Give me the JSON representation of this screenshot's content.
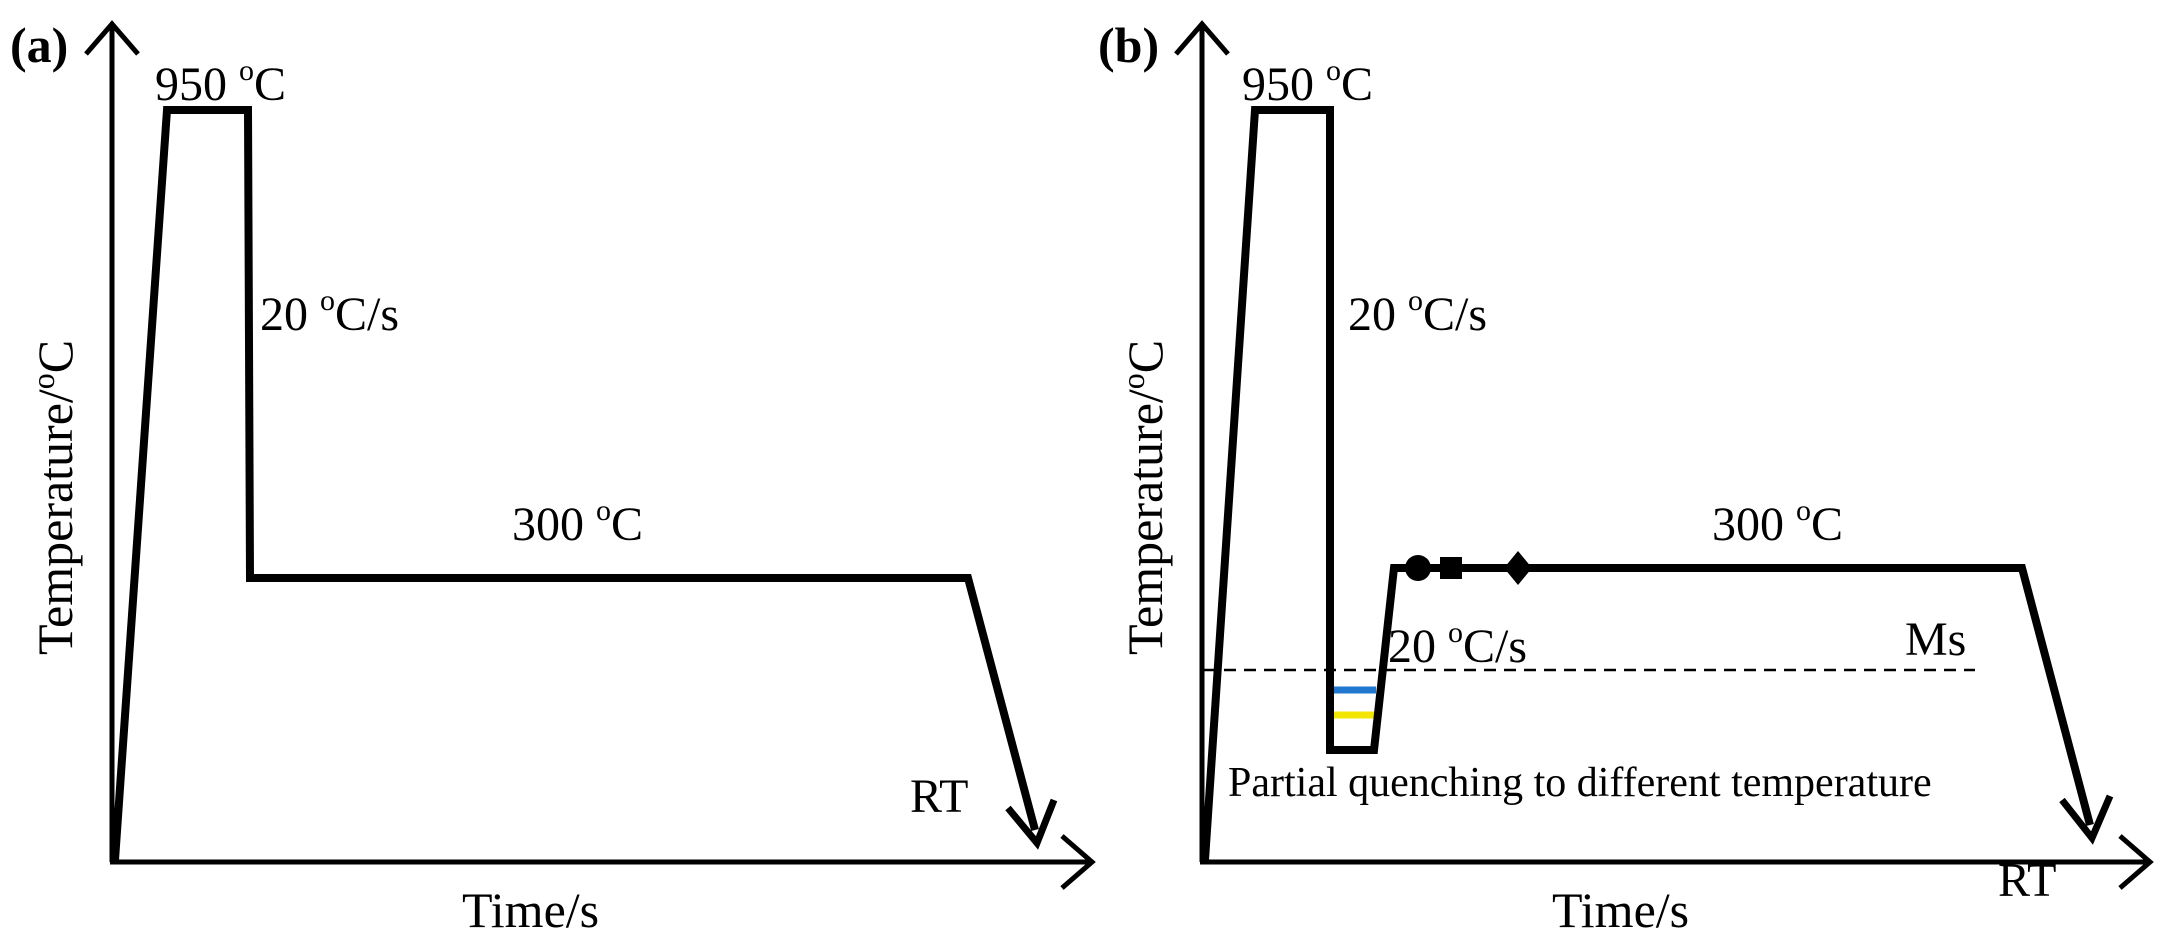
{
  "panels": [
    {
      "label": "(a)",
      "peak_temperature": "950 ",
      "cooling_rate": "20 ",
      "cooling_rate_unit": "C/s",
      "hold_temperature": "300 ",
      "end_label": "RT",
      "x_axis_title": "Time/s",
      "y_axis_title": "Temperature/",
      "y_axis_title_unit": "C"
    },
    {
      "label": "(b)",
      "peak_temperature": "950 ",
      "cooling_rate": "20 ",
      "cooling_rate_unit": "C/s",
      "reheating_rate": "20 ",
      "reheating_rate_unit": "C/s",
      "hold_temperature": "300 ",
      "ms_label": "Ms",
      "note": "Partial quenching to different temperature",
      "end_label": "RT",
      "x_axis_title": "Time/s",
      "y_axis_title": "Temperature/",
      "y_axis_title_unit": "C"
    }
  ],
  "degree_symbol": "o",
  "celsius": "C",
  "colors": {
    "line": "#000000",
    "quench_mark_upper": "#1f77d0",
    "quench_mark_lower": "#f2e600"
  },
  "markers": [
    "circle-marker",
    "square-marker",
    "diamond-marker"
  ]
}
